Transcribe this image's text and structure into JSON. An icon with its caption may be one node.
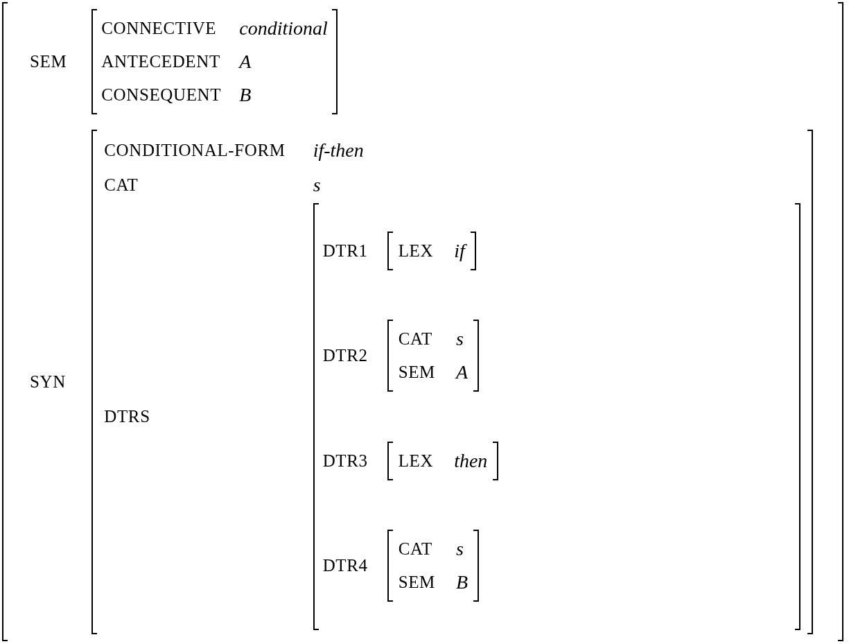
{
  "diagram": {
    "nodes": [
      {
        "text": [
          "SEM",
          "SYN"
        ]
      },
      {
        "text": [
          "CONNECTIVE",
          "conditional",
          "ANTECEDENT",
          "A",
          "CONSEQUENT",
          "B"
        ],
        "in": 0
      },
      {
        "text": [
          "CONDITIONAL-FORM",
          "if-then",
          "CAT",
          "s",
          "DTRS"
        ],
        "in": 0
      },
      {
        "text": [
          "DTR1",
          "DTR2",
          "DTR3",
          "DTR4"
        ],
        "in": 2
      },
      {
        "text": [
          "LEX",
          "if"
        ],
        "in": 3
      },
      {
        "text": [
          "CAT",
          "s",
          "SEM",
          "A"
        ],
        "in": 3
      },
      {
        "text": [
          "LEX",
          "then"
        ],
        "in": 3
      },
      {
        "text": [
          "CAT",
          "s",
          "SEM",
          "B"
        ],
        "in": 3
      }
    ]
  }
}
